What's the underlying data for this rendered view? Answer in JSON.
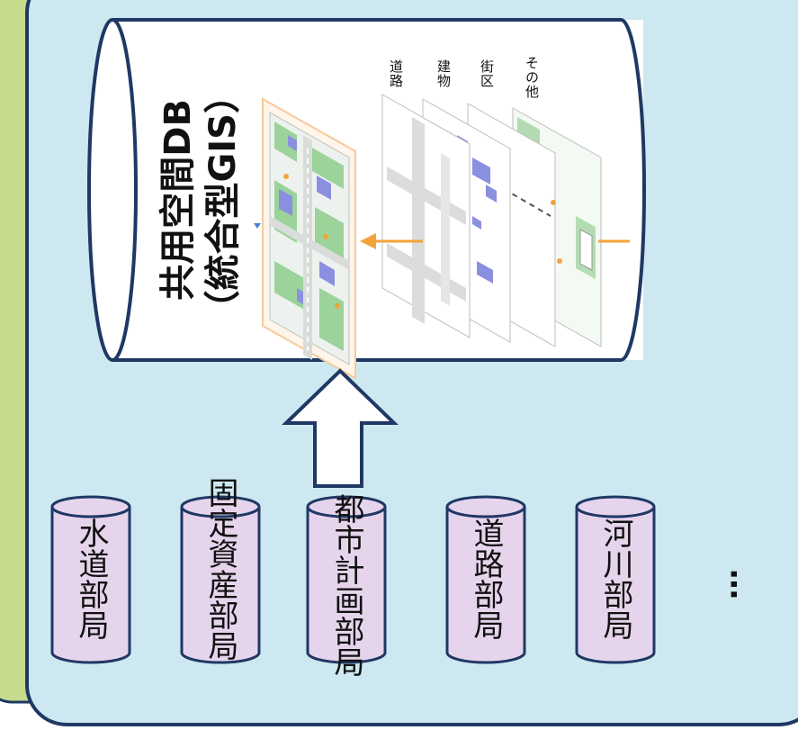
{
  "db": {
    "title_line1": "共用空間DB",
    "title_line2": "（統合型GIS）"
  },
  "layers": [
    "道路",
    "建物",
    "街区",
    "その他"
  ],
  "departments": [
    "水道部局",
    "固定資産部局",
    "都市計画部局",
    "道路部局",
    "河川部局"
  ],
  "more": "…",
  "colors": {
    "outer_green": "#c5dc8c",
    "panel_blue": "#cde8f0",
    "border_navy": "#1f3864",
    "cylinder_purple": "#e6d4ec",
    "arrow_orange": "#f2a43a",
    "map_green": "#9bd39b",
    "map_blue": "#8b8fe0"
  }
}
